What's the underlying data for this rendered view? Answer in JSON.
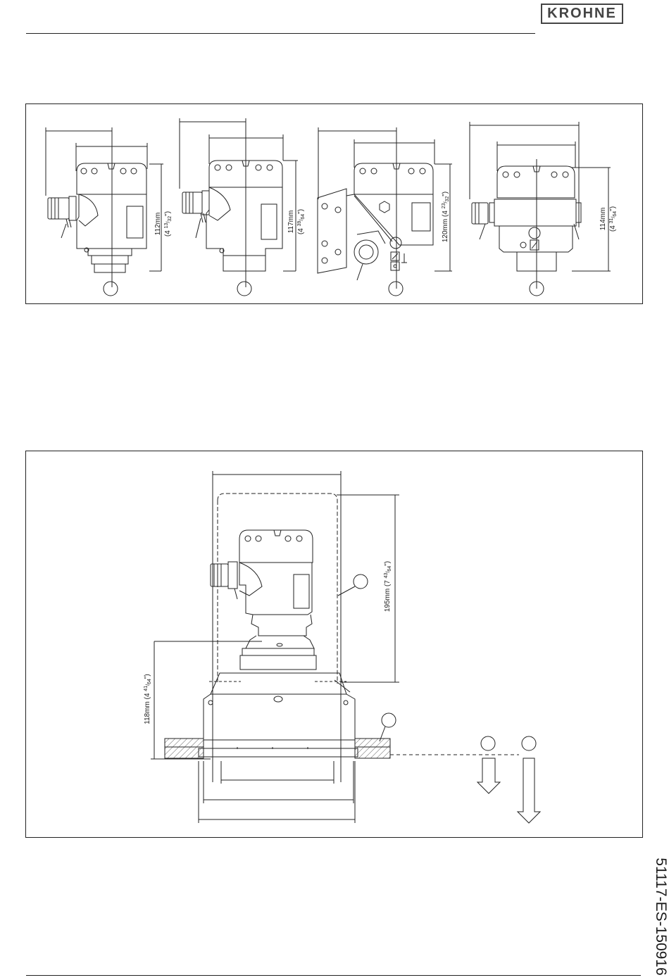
{
  "header": {
    "logo_text": "KROHNE"
  },
  "figure_top": {
    "dimensions": [
      {
        "value": "112mm",
        "imperial_whole": "(4 ",
        "imperial_num": "13",
        "imperial_den": "32",
        "imperial_close": "\")"
      },
      {
        "value": "117mm",
        "imperial_whole": "(4 ",
        "imperial_num": "39",
        "imperial_den": "64",
        "imperial_close": "\")"
      },
      {
        "value": "120mm",
        "imperial_whole": "(4 ",
        "imperial_num": "23",
        "imperial_den": "32",
        "imperial_close": "\")"
      },
      {
        "value": "114mm",
        "imperial_whole": "(4 ",
        "imperial_num": "31",
        "imperial_den": "64",
        "imperial_close": "\")"
      }
    ]
  },
  "figure_bottom": {
    "dim_height_left": {
      "value": "118mm",
      "imperial_whole": "(4 ",
      "imperial_num": "41",
      "imperial_den": "64",
      "imperial_close": "\")"
    },
    "dim_height_right": {
      "value": "195mm",
      "imperial_whole": "(7 ",
      "imperial_num": "43",
      "imperial_den": "64",
      "imperial_close": "\")"
    }
  },
  "footer": {
    "document_number": "51117-ES-150916"
  },
  "colors": {
    "line": "#222222",
    "hatch": "#555555"
  }
}
